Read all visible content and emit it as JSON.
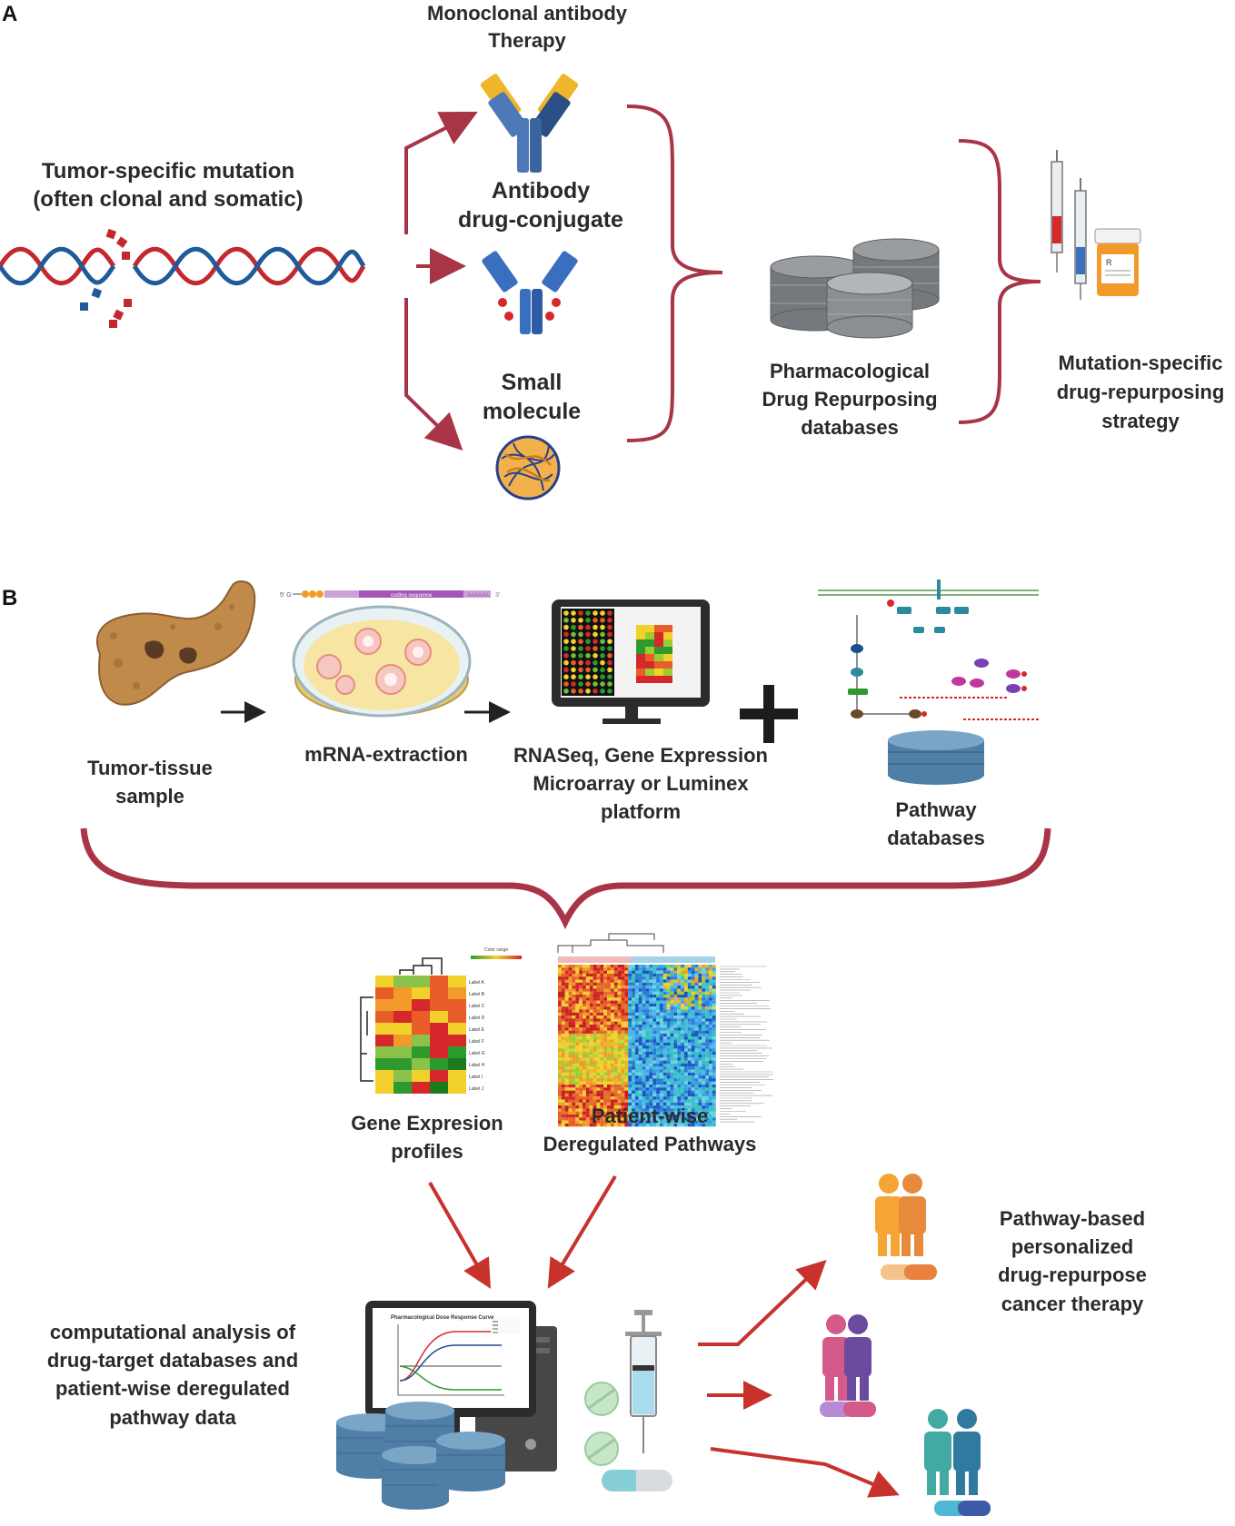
{
  "panels": {
    "a": "A",
    "b": "B"
  },
  "panel_a": {
    "mutation_label_line1": "Tumor-specific mutation",
    "mutation_label_line2": "(often clonal and somatic)",
    "mab_line1": "Monoclonal antibody",
    "mab_line2": "Therapy",
    "adc_line1": "Antibody",
    "adc_line2": "drug-conjugate",
    "sm_line1": "Small",
    "sm_line2": "molecule",
    "db_line1": "Pharmacological",
    "db_line2": "Drug Repurposing",
    "db_line3": "databases",
    "strategy_line1": "Mutation-specific",
    "strategy_line2": "drug-repurposing",
    "strategy_line3": "strategy"
  },
  "panel_b": {
    "tissue_line1": "Tumor-tissue",
    "tissue_line2": "sample",
    "mrna": "mRNA-extraction",
    "rnaseq_line1": "RNASeq, Gene Expression",
    "rnaseq_line2": "Microarray or Luminex",
    "rnaseq_line3": "platform",
    "pathway_line1": "Pathway",
    "pathway_line2": "databases",
    "gep_line1": "Gene Expresion",
    "gep_line2": "profiles",
    "patient_line1": "Patient-wise",
    "patient_line2": "Deregulated Pathways",
    "comp_line1": "computational analysis of",
    "comp_line2": "drug-target databases and",
    "comp_line3": "patient-wise deregulated",
    "comp_line4": "pathway data",
    "personal_line1": "Pathway-based",
    "personal_line2": "personalized",
    "personal_line3": "drug-repurpose",
    "personal_line4": "cancer therapy",
    "mrna_strip": {
      "five": "5' G",
      "coding": "coding sequence",
      "tail": "AAAAAA",
      "three": "3'"
    },
    "heatmap_legend": "Color range",
    "heatmap_rows": [
      "Label A",
      "Label B",
      "Label C",
      "Label D",
      "Label E",
      "Label F",
      "Label G",
      "Label H",
      "Label I",
      "Label J"
    ],
    "chart_title": "Pharmacological Dose Response Curve"
  },
  "colors": {
    "arrow_red": "#a83446",
    "bracket": "#a83446",
    "db_gray": "#8a8d90",
    "db_blue": "#4f7fa6"
  }
}
